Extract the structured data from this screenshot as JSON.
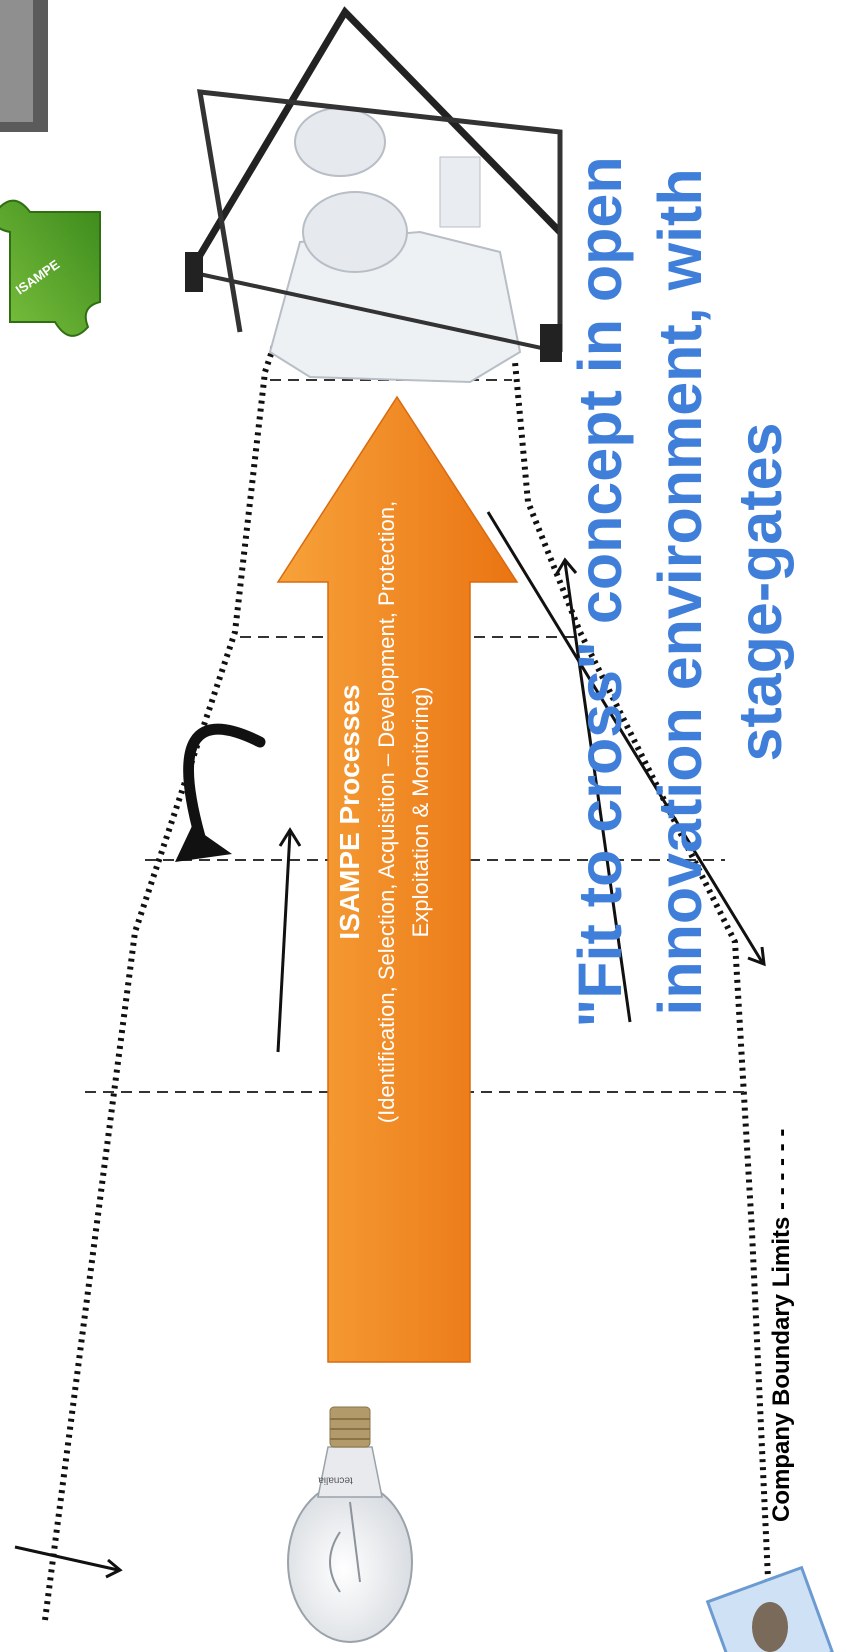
{
  "diagram": {
    "title": "\"Fit to cross\" concept in open innovation environment, with stage-gates",
    "arrow": {
      "label": "ISAMPE Processes",
      "sublabel": "(Identification, Selection, Acquisition – Development, Protection, Exploitation & Monitoring)",
      "color": "#f0851e"
    },
    "legend": {
      "label": "Company Boundary Limits"
    },
    "logos": {
      "puzzle": "ISAMPE",
      "bulb": "tecnalia"
    },
    "icons": [
      "light-bulb-icon",
      "robot-icon",
      "puzzle-icon",
      "monitor-icon",
      "elephant-icon",
      "curved-arrow-icon"
    ],
    "colors": {
      "title": "#3f7fd9",
      "arrow": "#f0851e",
      "puzzle": "#5ea52c"
    }
  }
}
